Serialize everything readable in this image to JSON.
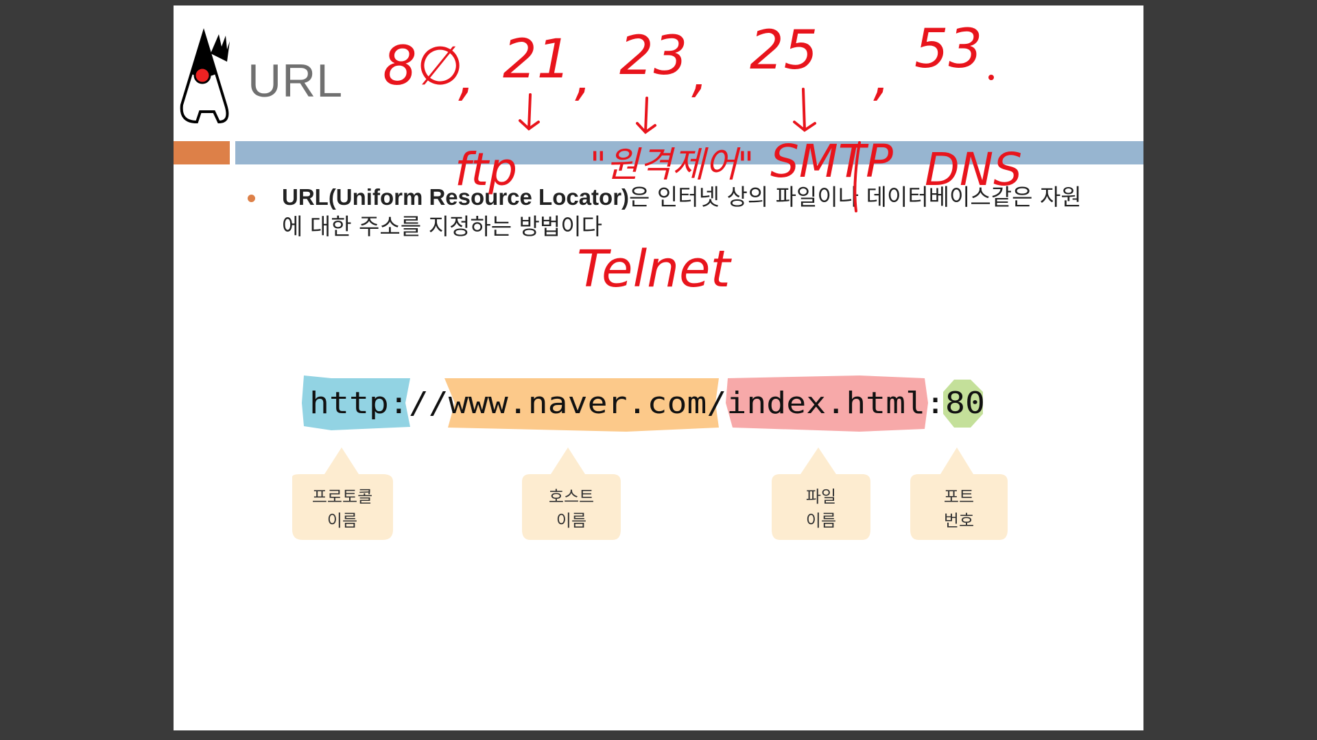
{
  "slide": {
    "title": "URL",
    "bullet": {
      "bold": "URL(Uniform Resource Locator)",
      "rest": "은 인터넷 상의 파일이나 데이터베이스같은 자원에 대한 주소를 지정하는 방법이다"
    },
    "url_diagram": {
      "parts": [
        {
          "text": "http",
          "color": "#92d3e3"
        },
        {
          "text": "://",
          "color": null
        },
        {
          "text": "www.naver.com",
          "color": "#fcc98a"
        },
        {
          "text": "/",
          "color": null
        },
        {
          "text": "index.html",
          "color": "#f7a9a9"
        },
        {
          "text": ":",
          "color": null
        },
        {
          "text": "80",
          "color": "#c4e09a"
        }
      ],
      "callouts": [
        {
          "line1": "프로토콜",
          "line2": "이름"
        },
        {
          "line1": "호스트",
          "line2": "이름"
        },
        {
          "line1": "파일",
          "line2": "이름"
        },
        {
          "line1": "포트",
          "line2": "번호"
        }
      ],
      "callout_color": "#fdecd0"
    }
  },
  "annotations": {
    "ports": [
      "8∅",
      ",",
      "21",
      ",",
      "23",
      ",",
      "25",
      ",",
      "53"
    ],
    "services": [
      "ftp",
      "\"원격제어\"",
      "SMTP",
      "DNS"
    ],
    "telnet": "Telnet",
    "ink_color": "#e8141c"
  },
  "colors": {
    "background": "#3a3a3a",
    "accent_orange": "#dd8048",
    "accent_blue": "#97b5d0",
    "title_gray": "#707070"
  }
}
